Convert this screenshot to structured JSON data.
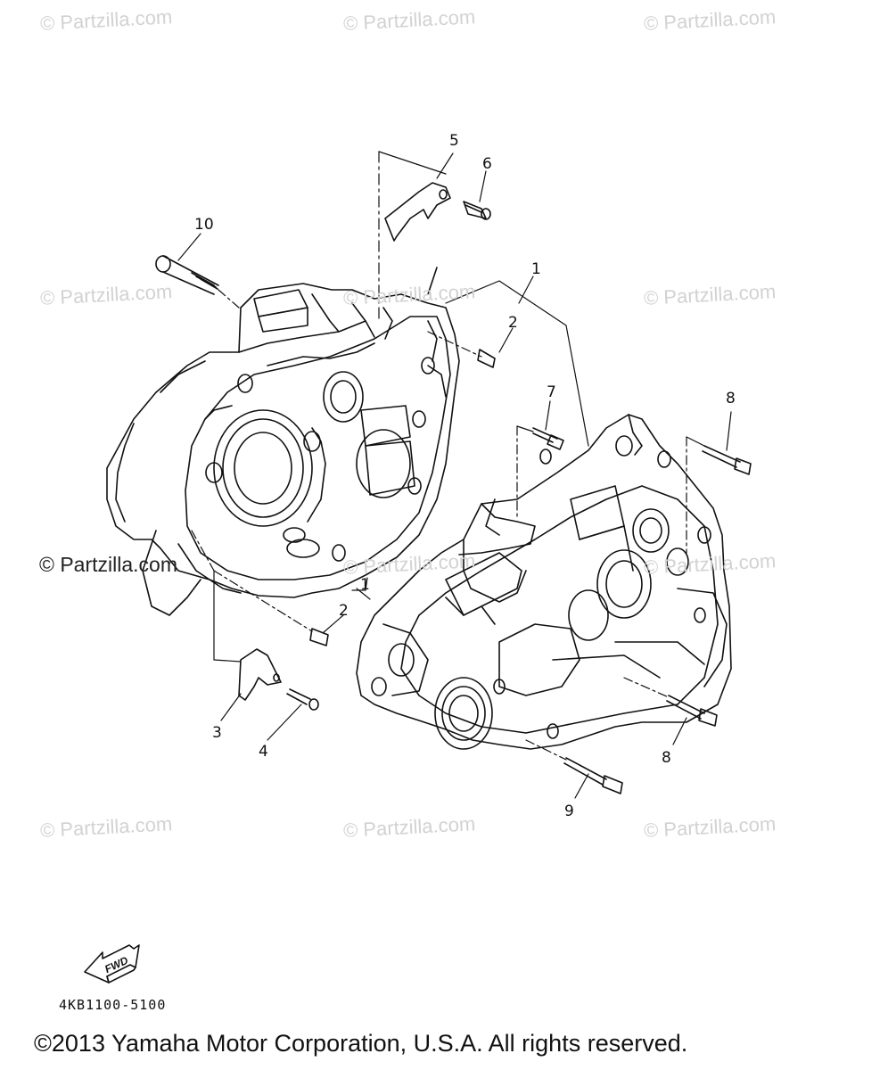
{
  "watermarks": [
    "© Partzilla.com",
    "© Partzilla.com",
    "© Partzilla.com",
    "© Partzilla.com",
    "© Partzilla.com",
    "© Partzilla.com",
    "© Partzilla.com",
    "© Partzilla.com",
    "© Partzilla.com",
    "© Partzilla.com",
    "© Partzilla.com",
    "© Partzilla.com"
  ],
  "callouts": {
    "c1_top": "1",
    "c2_top": "2",
    "c3": "3",
    "c4": "4",
    "c5": "5",
    "c6": "6",
    "c7": "7",
    "c8_top": "8",
    "c8_bottom": "8",
    "c9": "9",
    "c10": "10",
    "c1_mid": "1",
    "c2_mid": "2"
  },
  "fwd_arrow": {
    "label": "FWD",
    "icon": "forward-arrow-icon"
  },
  "diagram_code": "4KB1100-5100",
  "copyright": "©2013 Yamaha Motor Corporation, U.S.A. All rights reserved.",
  "colors": {
    "line": "#111111",
    "watermark": "#d2d2d2",
    "background": "#ffffff"
  }
}
